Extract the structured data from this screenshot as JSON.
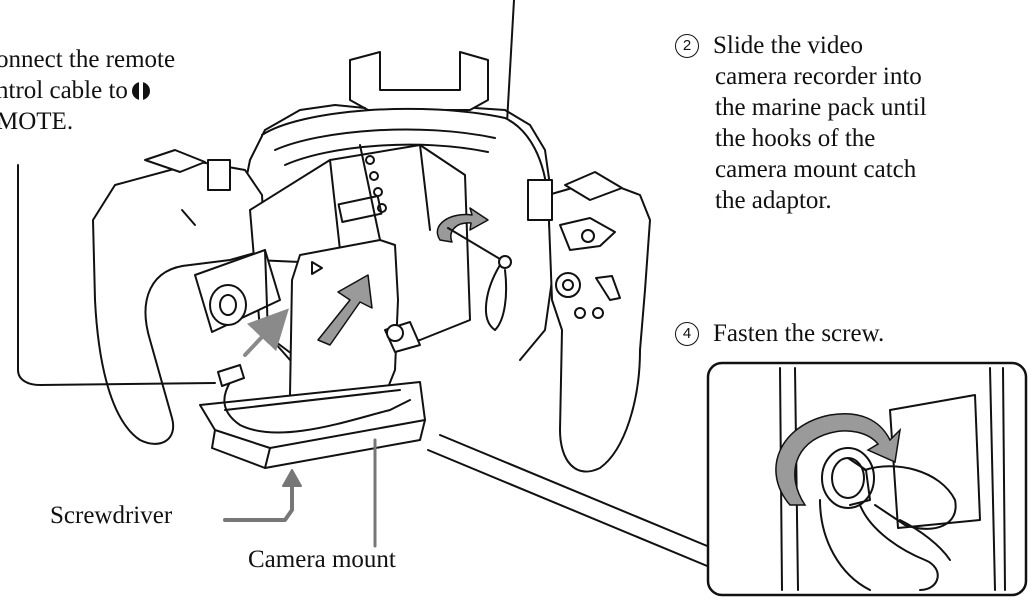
{
  "callouts": {
    "remote": {
      "line1": "onnect the remote",
      "line2": "ntrol cable to",
      "line3": "MOTE."
    },
    "slide": {
      "number": "2",
      "lines": [
        "Slide the video",
        "camera recorder into",
        "the marine pack until",
        "the hooks of the",
        "camera mount catch",
        "the adaptor."
      ]
    },
    "fasten": {
      "number": "4",
      "text": "Fasten the screw."
    },
    "screwdriver": "Screwdriver",
    "camera_mount": "Camera mount"
  },
  "icons": {
    "remote_jack": "remote-jack-icon",
    "slide_arrow": "slide-arrow-icon",
    "rotate_arrow": "rotate-arrow-icon"
  },
  "colors": {
    "ink": "#111111",
    "arrow_gray": "#8a8a8a",
    "housing": "#ffffff"
  }
}
